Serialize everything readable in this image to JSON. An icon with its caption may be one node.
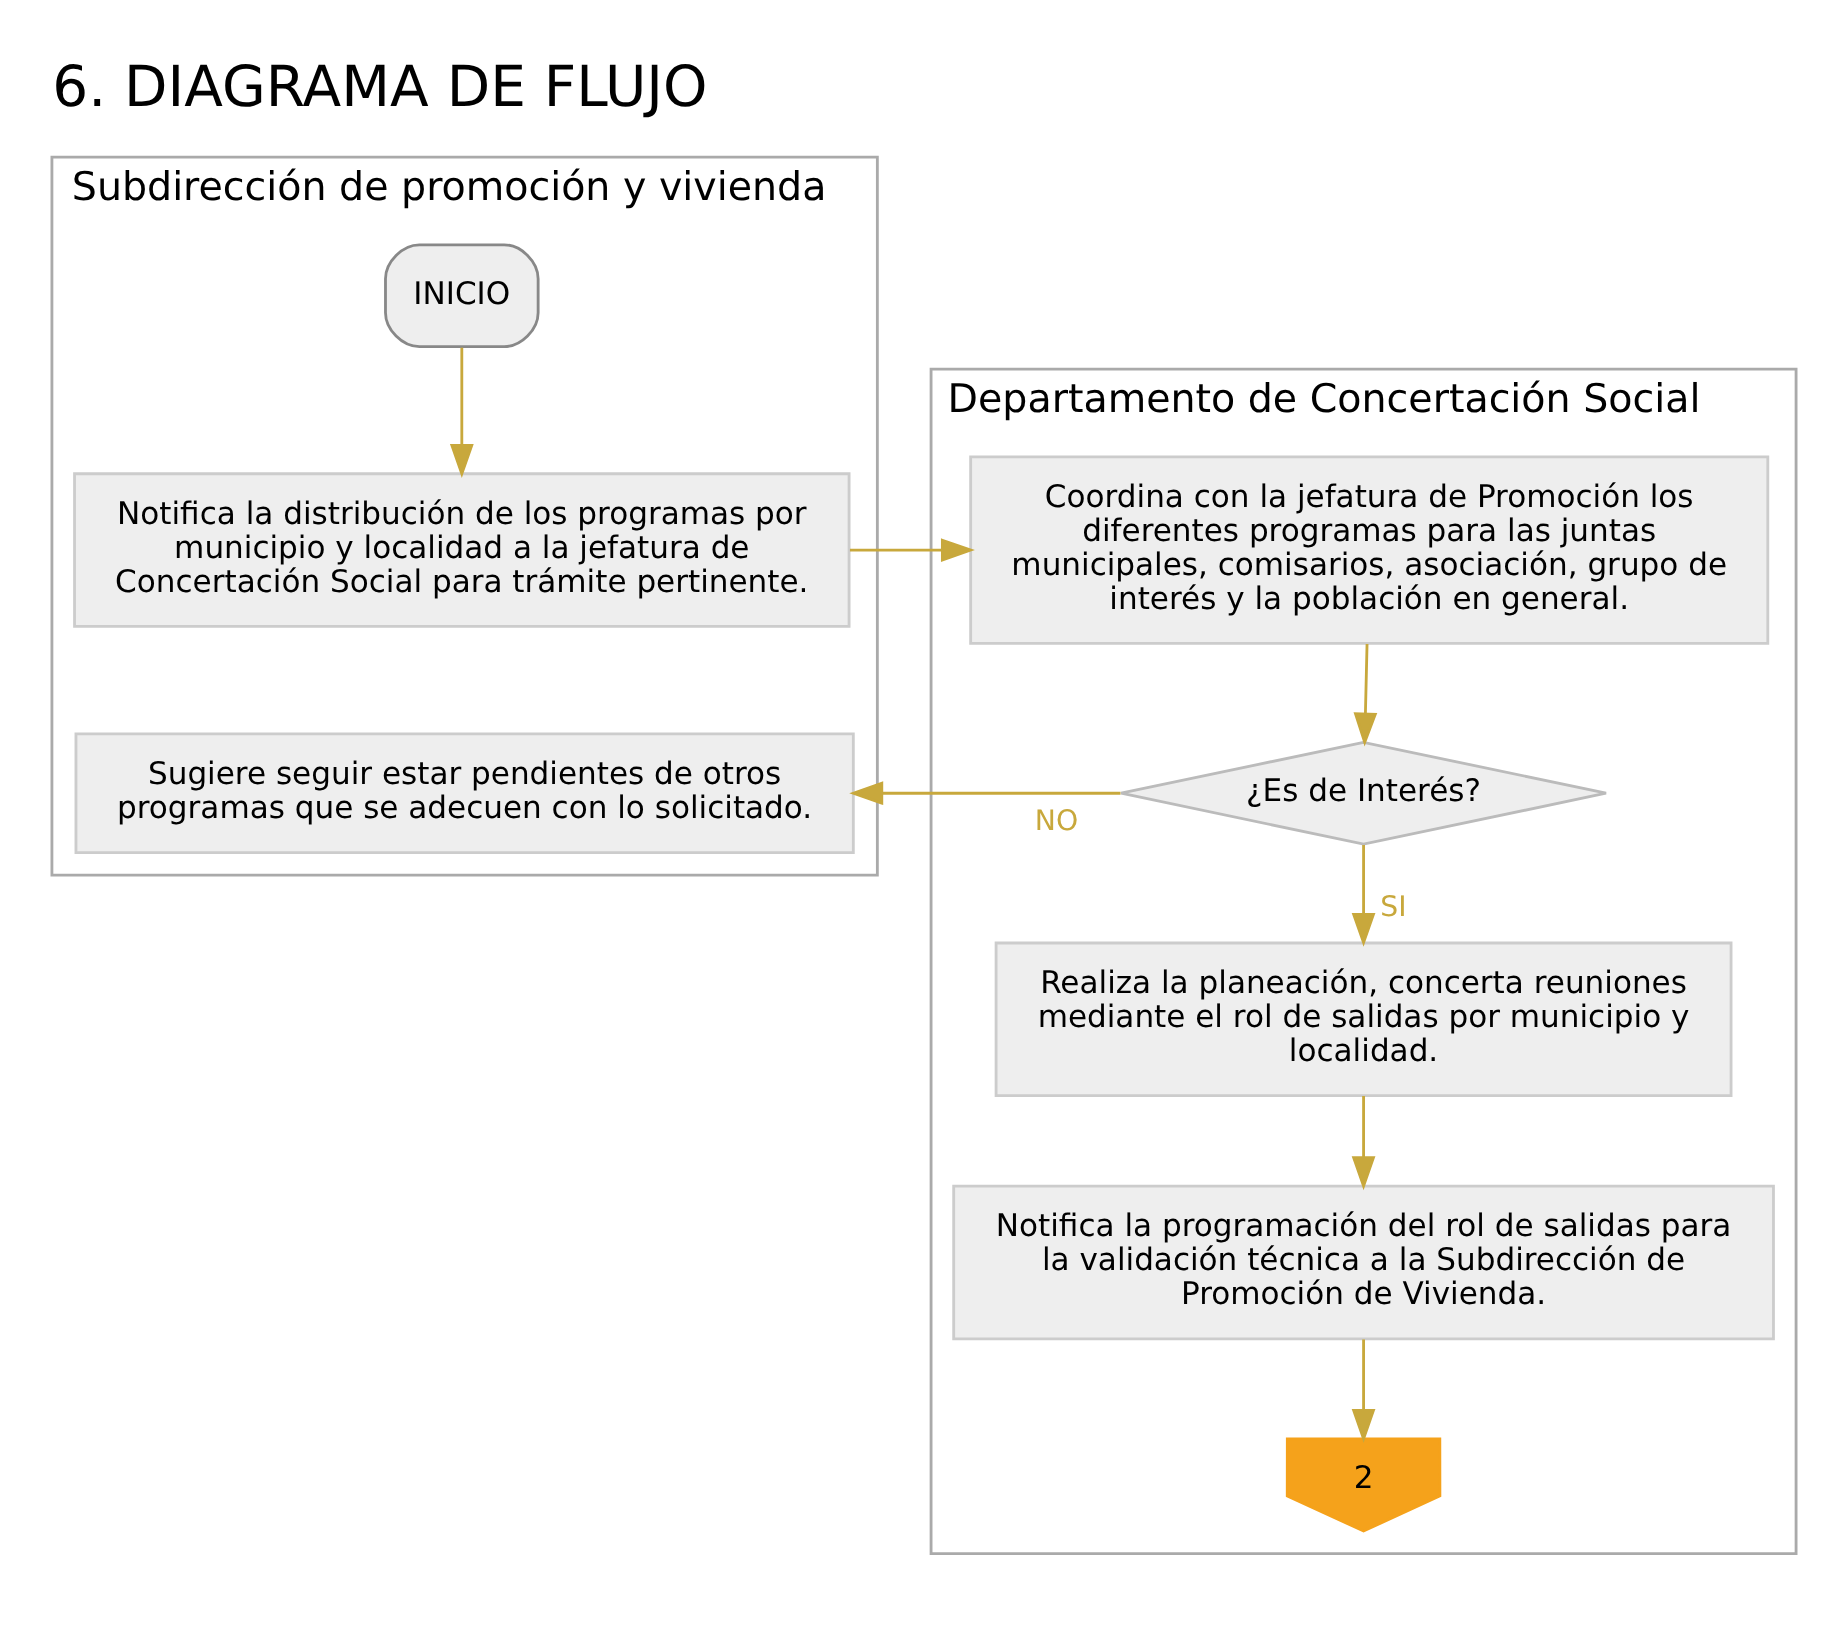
{
  "diagram": {
    "title": "6. DIAGRAMA DE FLUJO",
    "nodes": [
      {
        "text": [
          "Subdirección de promoción y vivienda"
        ]
      },
      {
        "text": [
          "INICIO"
        ],
        "in": 0
      },
      {
        "text": [
          "Notifica la distribución de los programas por municipio y localidad a la jefatura de Concertación Social para trámite pertinente."
        ],
        "in": 0
      },
      {
        "text": [
          "Sugiere seguir estar pendientes de otros programas que se adecuen con lo solicitado."
        ],
        "in": 0
      },
      {
        "text": [
          "Departamento de Concertación Social"
        ]
      },
      {
        "text": [
          "Coordina con la jefatura de Promoción los diferentes programas para las juntas municipales, comisarios, asociación, grupo de interés y la población en general."
        ],
        "in": 4
      },
      {
        "text": [
          "¿Es de Interés?"
        ],
        "in": 4
      },
      {
        "text": [
          "Realiza la planeación, concerta reuniones mediante el rol de salidas por municipio y localidad."
        ],
        "in": 4
      },
      {
        "text": [
          "Notifica la programación del rol de salidas para la validación técnica a la Subdirección de Promoción de Vivienda."
        ],
        "in": 4
      },
      {
        "text": [
          "2"
        ],
        "in": 4
      }
    ],
    "edges": [
      {
        "from": 1,
        "to": 2,
        "arrow": "to"
      },
      {
        "from": 2,
        "to": 5,
        "arrow": "to"
      },
      {
        "from": 5,
        "to": 6,
        "arrow": "to"
      },
      {
        "from": 6,
        "to": 3,
        "arrow": "to",
        "label": "NO"
      },
      {
        "from": 6,
        "to": 7,
        "arrow": "to",
        "label": "SI"
      },
      {
        "from": 7,
        "to": 8,
        "arrow": "to"
      },
      {
        "from": 8,
        "to": 9,
        "arrow": "to"
      }
    ]
  }
}
